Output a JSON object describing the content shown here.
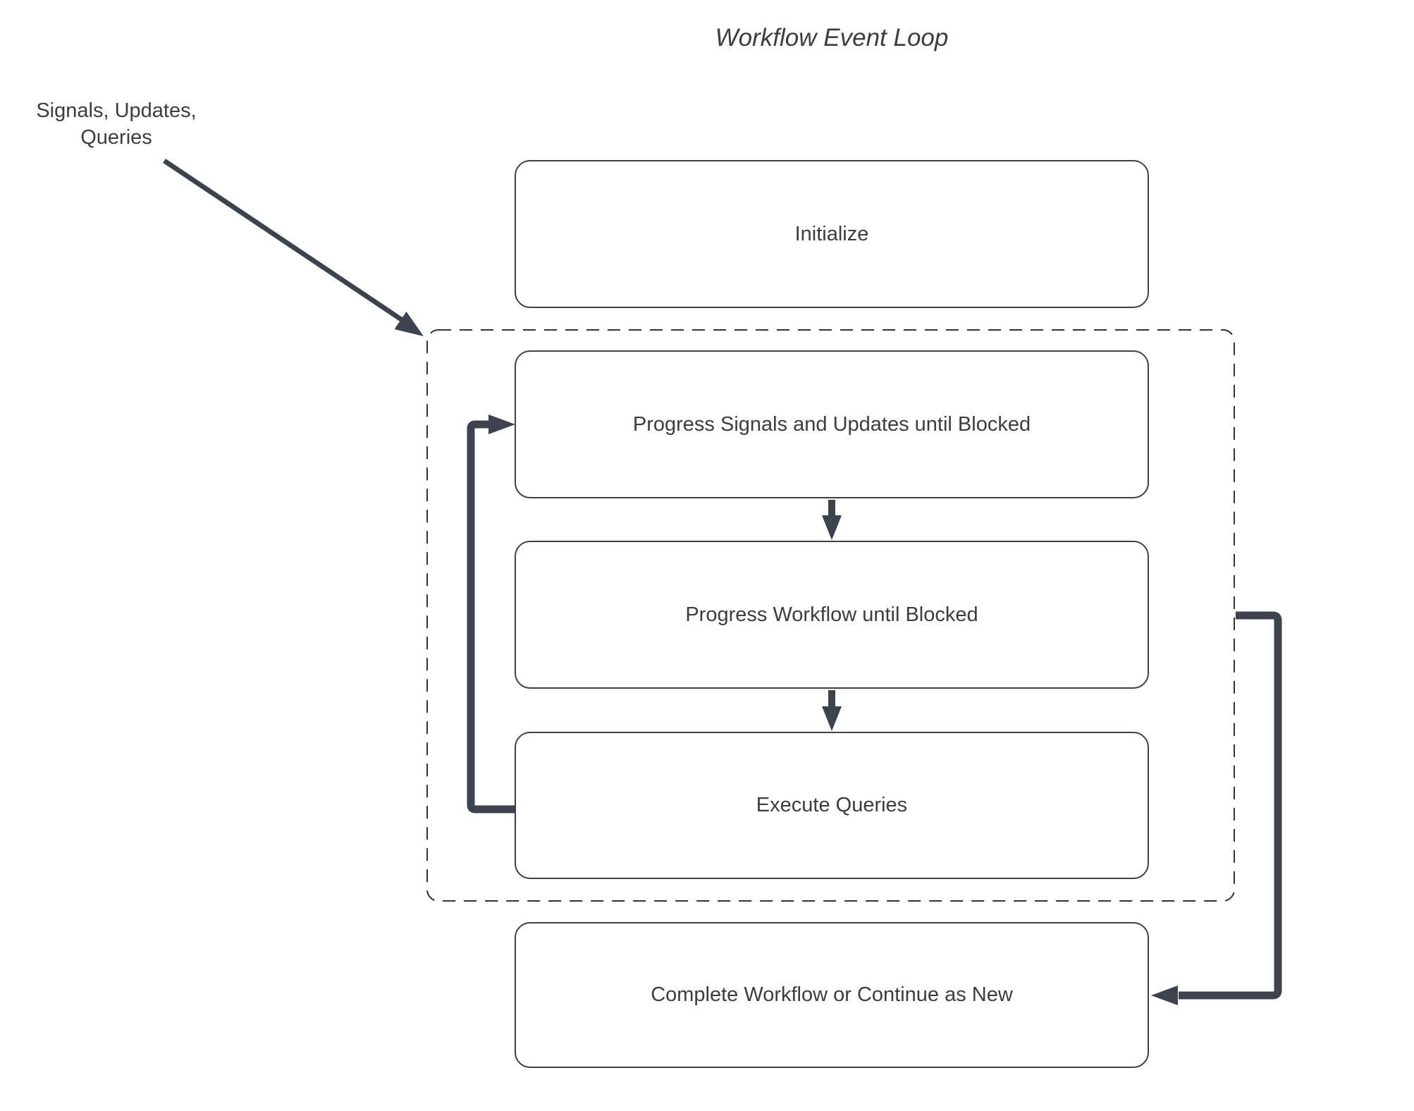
{
  "diagram": {
    "title": "Workflow Event Loop",
    "external_label": "Signals, Updates,\nQueries",
    "nodes": [
      {
        "id": "initialize",
        "label": "Initialize"
      },
      {
        "id": "progress-signals",
        "label": "Progress Signals and Updates until Blocked"
      },
      {
        "id": "progress-workflow",
        "label": "Progress Workflow until Blocked"
      },
      {
        "id": "execute-queries",
        "label": "Execute Queries"
      },
      {
        "id": "complete-workflow",
        "label": "Complete Workflow or Continue as New"
      }
    ],
    "group": {
      "style": "dashed",
      "contains": [
        "progress-signals",
        "progress-workflow",
        "execute-queries"
      ]
    },
    "edges": [
      {
        "from": "external-input",
        "to": "event-loop-group",
        "style": "thin-arrow"
      },
      {
        "from": "progress-signals",
        "to": "progress-workflow",
        "style": "arrow"
      },
      {
        "from": "progress-workflow",
        "to": "execute-queries",
        "style": "arrow"
      },
      {
        "from": "execute-queries",
        "to": "progress-signals",
        "style": "loop-back-arrow"
      },
      {
        "from": "event-loop-group",
        "to": "complete-workflow",
        "style": "arrow"
      }
    ],
    "colors": {
      "background": "#ffffff",
      "connector": "#3d434e",
      "node_border": "#404040",
      "group_border": "#333333",
      "text": "#3d3d3d"
    }
  }
}
